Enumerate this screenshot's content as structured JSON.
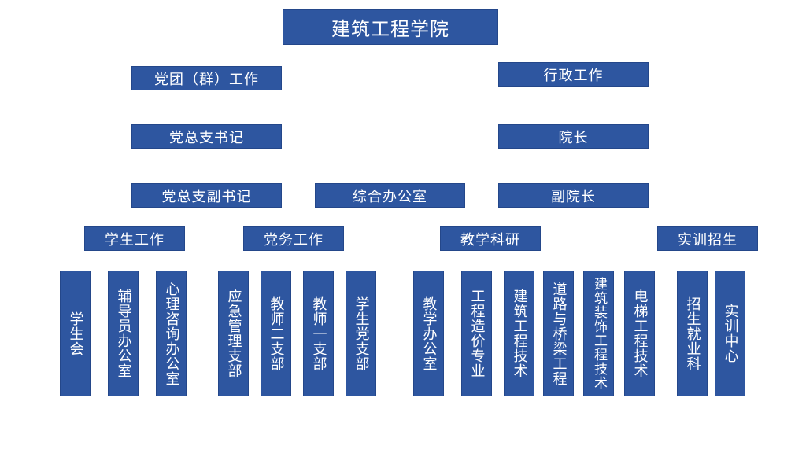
{
  "root": "建筑工程学院",
  "left": {
    "party_work": "党团（群）工作",
    "secretary": "党总支书记",
    "deputy_secretary": "党总支副书记"
  },
  "middle": {
    "office": "综合办公室"
  },
  "right": {
    "admin_work": "行政工作",
    "dean": "院长",
    "vice_dean": "副院长"
  },
  "categories": {
    "student_work": "学生工作",
    "party_affairs": "党务工作",
    "teaching_research": "教学科研",
    "training_enrollment": "实训招生"
  },
  "leaves": {
    "student_union": "学生会",
    "counselor_office": "辅导员办公室",
    "psych_office": "心理咨询办公室",
    "emergency_branch": "应急管理支部",
    "teacher_branch_2": "教师二支部",
    "teacher_branch_1": "教师一支部",
    "student_party_branch": "学生党支部",
    "teaching_office": "教学办公室",
    "cost_major": "工程造价专业",
    "construction_tech": "建筑工程技术",
    "road_bridge": "道路与桥梁工程",
    "decoration_tech": "建筑装饰工程技术",
    "elevator_tech": "电梯工程技术",
    "enrollment": "招生就业科",
    "training_center": "实训中心"
  },
  "colors": {
    "box": "#2e56a0",
    "text": "#ffffff",
    "background": "#ffffff"
  }
}
